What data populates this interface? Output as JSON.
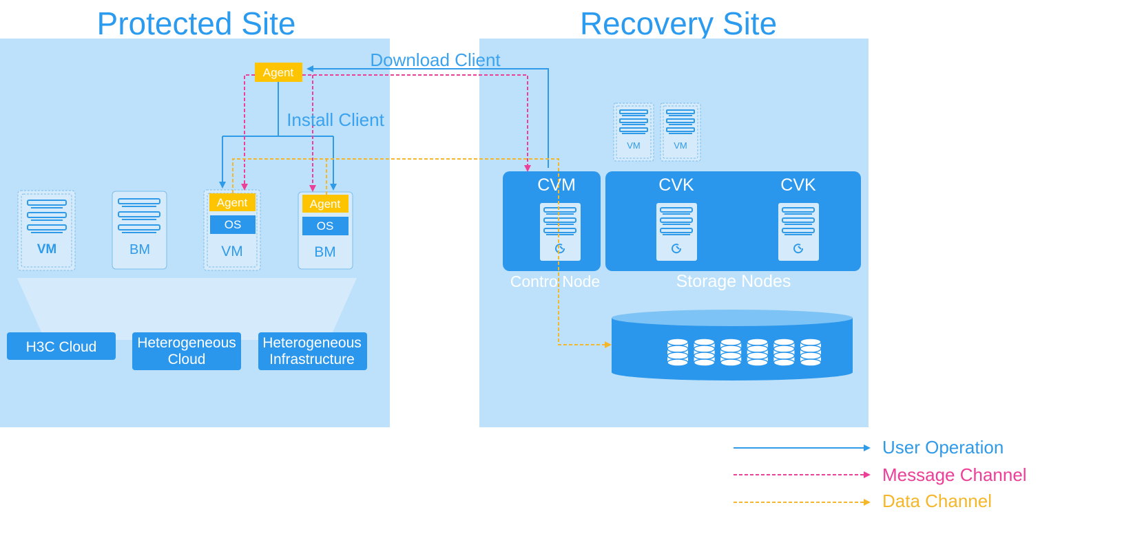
{
  "protected_site": {
    "title": "Protected Site",
    "agent_main": "Agent",
    "install_client": "Install Client",
    "download_client": "Download Client",
    "vm_plain": "VM",
    "bm_plain": "BM",
    "vm_agent": {
      "agent": "Agent",
      "os": "OS",
      "label": "VM"
    },
    "bm_agent": {
      "agent": "Agent",
      "os": "OS",
      "label": "BM"
    },
    "platforms": [
      "H3C Cloud",
      "Heterogeneous\nCloud",
      "Heterogeneous\nInfrastructure"
    ]
  },
  "recovery_site": {
    "title": "Recovery Site",
    "vms": [
      "VM",
      "VM"
    ],
    "cvm": "CVM",
    "cvk_1": "CVK",
    "cvk_2": "CVK",
    "control_node": "Contro Node",
    "storage_nodes": "Storage Nodes",
    "disk_count": 6
  },
  "legend": {
    "user_operation": "User Operation",
    "message_channel": "Message Channel",
    "data_channel": "Data Channel"
  },
  "colors": {
    "site_bg": "#bde1fb",
    "node_blue": "#2b97ec",
    "agent_yellow": "#ffc400",
    "user_line": "#2f9ae8",
    "message_line": "#ec3f98",
    "data_line": "#f6b62a"
  }
}
